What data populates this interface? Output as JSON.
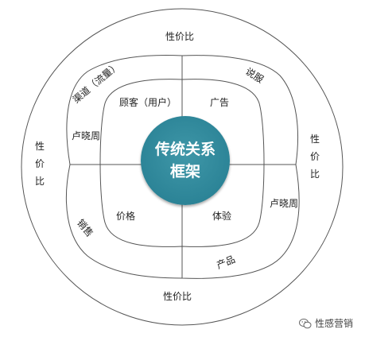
{
  "labels": {
    "top_outer": "性价比",
    "bottom_outer": "性价比",
    "left_outer": "性价比",
    "right_outer": "性价比",
    "channel": "渠道（流量）",
    "persuade": "说服",
    "customer": "顾客（用户）",
    "ad": "广告",
    "lu_left": "卢晓周",
    "lu_right": "卢晓周",
    "sales": "销售",
    "price": "价格",
    "experience": "体验",
    "product": "产品"
  },
  "center": {
    "line1": "传统关系",
    "line2": "框架"
  },
  "watermark": {
    "text": "性感营销",
    "icon": "wechat-icon"
  },
  "colors": {
    "center_fill": "#2c8497",
    "lines": "#555555"
  }
}
